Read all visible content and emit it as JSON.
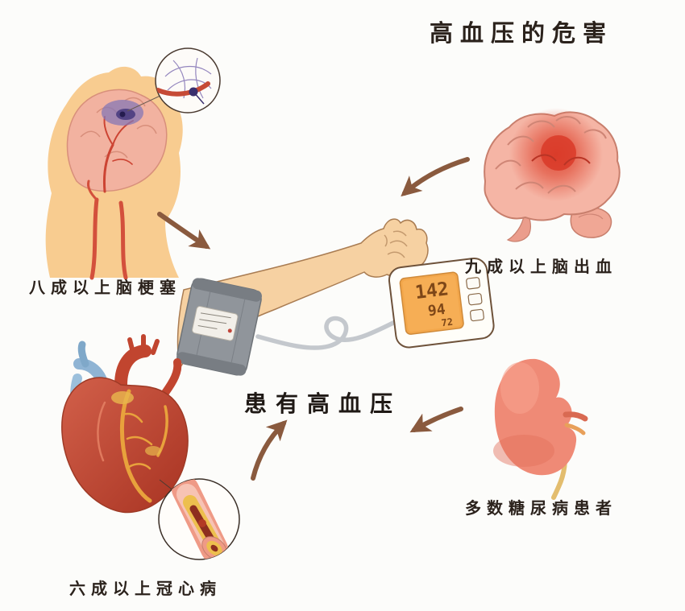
{
  "title": "高血压的危害",
  "center": {
    "label": "患有高血压"
  },
  "monitor": {
    "systolic": "142",
    "diastolic": "94",
    "pulse": "72"
  },
  "sections": {
    "cerebral_infarction": {
      "label": "八成以上脑梗塞"
    },
    "cerebral_hemorrhage": {
      "label": "九成以上脑出血"
    },
    "coronary_disease": {
      "label": "六成以上冠心病"
    },
    "diabetes": {
      "label": "多数糖尿病患者"
    }
  },
  "illustrations": {
    "top_left": "head-with-cerebral-infarction",
    "top_right": "brain-with-hemorrhage",
    "center": "arm-with-blood-pressure-monitor",
    "bottom_left": "heart-with-clogged-artery",
    "bottom_right": "kidney-with-ureter"
  },
  "colors": {
    "background": "#fcfcfa",
    "text": "#2b221c",
    "arrow": "#8a5a3e",
    "monitor_screen": "#f3a74b",
    "brain_pink": "#f5b5a5",
    "hemorrhage_red": "#dd4431",
    "heart_red": "#a83322",
    "kidney_salmon": "#ef8a76",
    "skin": "#f6d1a2",
    "cuff_gray": "#90959b"
  }
}
